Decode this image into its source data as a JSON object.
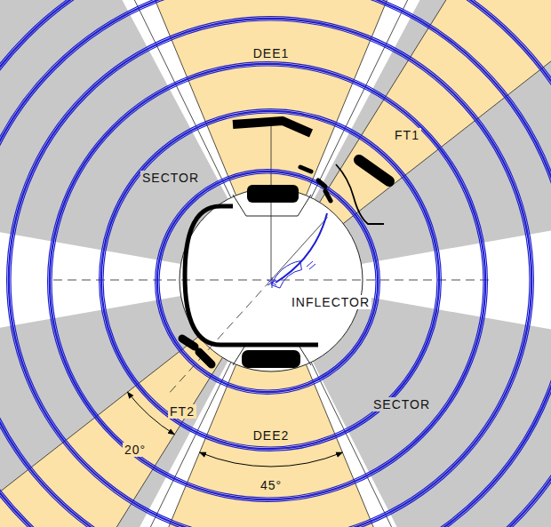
{
  "diagram": {
    "labels": [
      "DEE1",
      "FT1",
      "SECTOR",
      "INFLECTOR",
      "FT2",
      "20°",
      "SECTOR",
      "DEE2",
      "45°"
    ]
  }
}
